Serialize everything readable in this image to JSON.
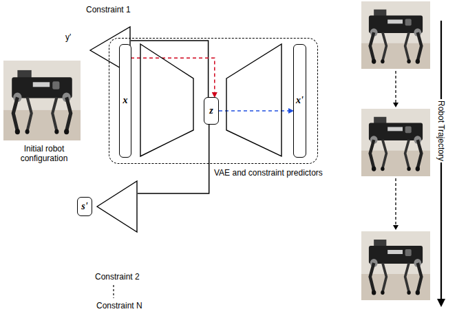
{
  "diagram": {
    "nodes": [
      {
        "text": [
          "Constraint 1",
          "y'"
        ]
      },
      {
        "text": [
          "VAE and constraint predictors"
        ]
      },
      {
        "text": [
          "x"
        ],
        "in": 1
      },
      {
        "text": [
          "z"
        ],
        "in": 1
      },
      {
        "text": [
          "x'"
        ],
        "in": 1
      },
      {
        "text": [
          "s'"
        ]
      },
      {
        "text": [
          "Constraint 2"
        ]
      }
    ],
    "edges": [
      {
        "from": 3,
        "to": 0,
        "arrow": "none"
      },
      {
        "from": 0,
        "to": 3,
        "arrow": "to"
      },
      {
        "from": 3,
        "to": 6,
        "arrow": "none"
      },
      {
        "from": 3,
        "to": 4,
        "arrow": "to"
      }
    ],
    "labels": [
      "Initial robot configuration",
      "Constraint N",
      "Robot Trajectory"
    ]
  }
}
